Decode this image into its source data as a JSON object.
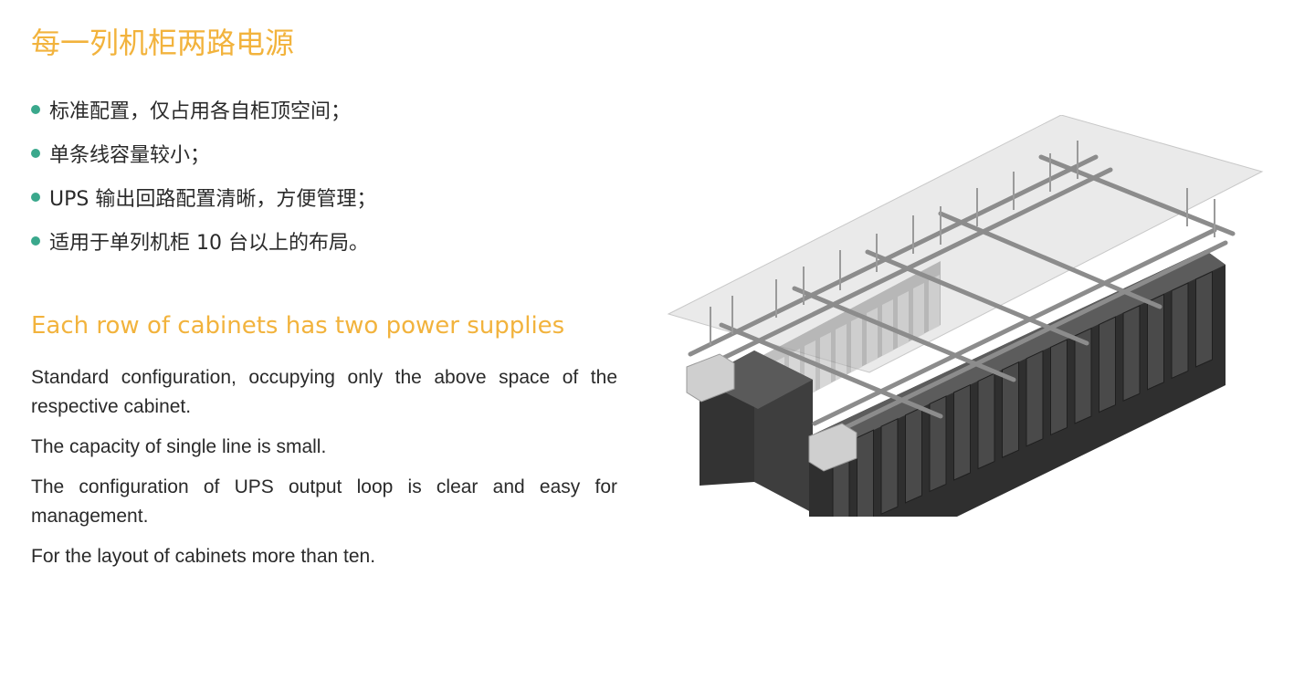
{
  "title_cn": "每一列机柜两路电源",
  "bullets": [
    "标准配置，仅占用各自柜顶空间；",
    "单条线容量较小；",
    "UPS 输出回路配置清晰，方便管理；",
    "适用于单列机柜 10 台以上的布局。"
  ],
  "title_en": "Each row of cabinets has two power supplies",
  "descriptions": [
    "Standard configuration, occupying only the above space of the respective cabinet.",
    "The capacity of single line is small.",
    "The configuration of UPS output loop is clear and easy for management.",
    "For the layout of cabinets more than ten."
  ],
  "colors": {
    "accent": "#f2b33d",
    "bullet": "#3aa88c",
    "text": "#2a2a2a",
    "cabinet": "#2f2f2f",
    "cabinet_door": "#4a4a4a",
    "tray": "#d9d9d9",
    "busway": "#8c8c8c"
  }
}
